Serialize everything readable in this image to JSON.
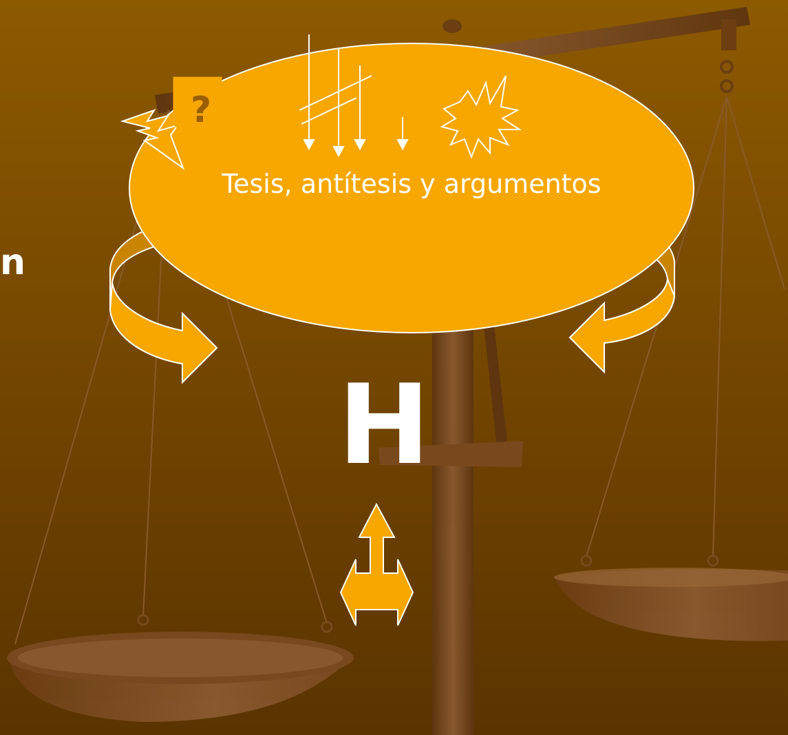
{
  "slide": {
    "caption": "Tesis, antítesis y argumentos",
    "question_mark": "?",
    "center_letter": "H",
    "left_edge_text": "n"
  },
  "colors": {
    "background_top": "#8d5a00",
    "background_bottom": "#5a3300",
    "ellipse_fill": "#f7a700",
    "arrow_fill": "#f7a700",
    "arrow_shade": "#c98500",
    "outline": "#ffffff",
    "wood_dark": "#5e3510",
    "wood_light": "#8a5a30"
  },
  "icons": [
    "lightning-icon",
    "question-note-icon",
    "down-arrows-icon",
    "explosion-icon",
    "curved-arrow-left-icon",
    "curved-arrow-right-icon",
    "up-left-right-arrow-icon"
  ]
}
